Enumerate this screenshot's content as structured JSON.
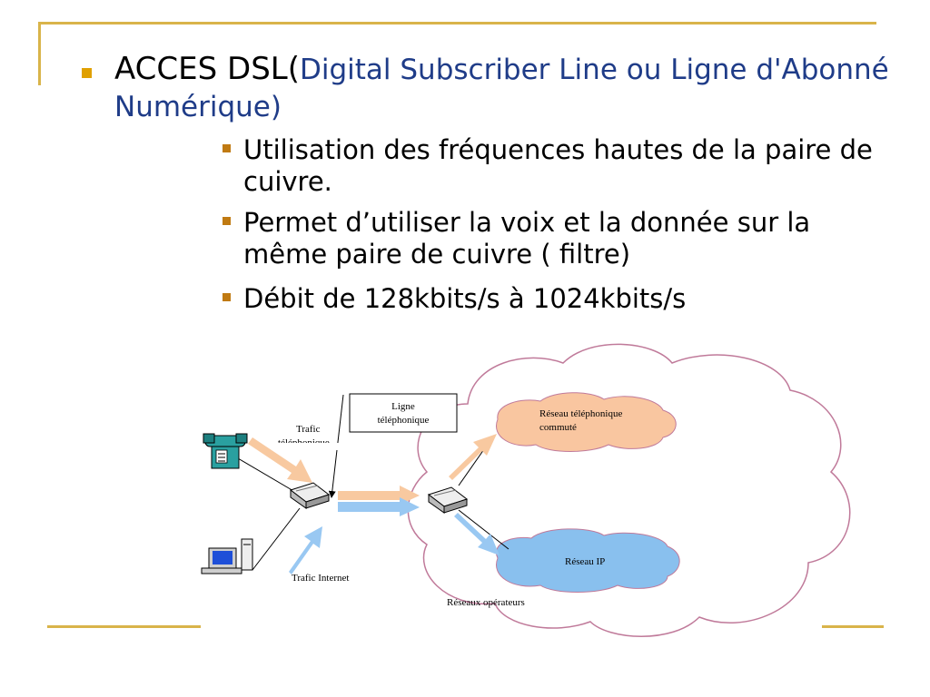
{
  "slide": {
    "heading_main": "ACCES DSL(",
    "heading_sub": "Digital Subscriber Line ou Ligne d'Abonné Numérique)",
    "bullets": [
      "Utilisation des fréquences hautes de la paire de cuivre.",
      "Permet d’utiliser la voix et la donnée sur la même paire de cuivre ( filtre)",
      "Débit de 128kbits/s à 1024kbits/s"
    ]
  },
  "diagram": {
    "ligne_line1": "Ligne",
    "ligne_line2": "téléphonique",
    "trafic_tel_line1": "Trafic",
    "trafic_tel_line2": "téléphonique",
    "rtc_line1": "Réseau téléphonique",
    "rtc_line2": "commuté",
    "reseau_ip": "Réseau IP",
    "trafic_internet": "Trafic Internet",
    "reseaux_operateurs": "Réseaux opérateurs"
  },
  "colors": {
    "frame_gold": "#d9b44a",
    "bullet_gold": "#e0a000",
    "subtitle_blue": "#1f3c88",
    "voice_arrow": "#f8c9a0",
    "data_arrow": "#99c8f2",
    "cloud_outline": "#c07a9a",
    "rtc_fill": "#f9c6a0",
    "ip_fill": "#89c0ee",
    "phone_teal": "#2aa0a0"
  }
}
